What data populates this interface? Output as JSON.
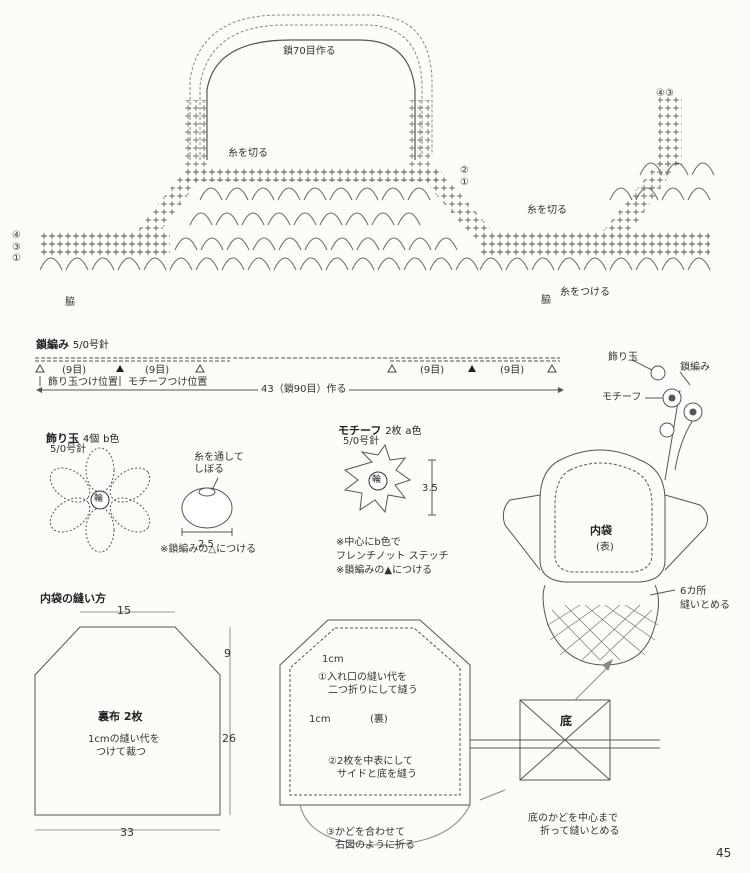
{
  "top": {
    "chain_make": "鎖70目作る",
    "cut_yarn_1": "糸を切る",
    "cut_yarn_2": "糸を切る",
    "attach_yarn": "糸をつける",
    "side_1": "脇",
    "side_2": "脇",
    "rows": [
      "④",
      "③",
      "②",
      "①"
    ],
    "row_marks_right_top": "④③",
    "row_marks_mid": [
      "②",
      "①"
    ]
  },
  "chain": {
    "title": "鎖編み",
    "hook": "5/0号針",
    "nine_label": "(9目)",
    "bead_pos": "飾り玉つけ位置",
    "motif_pos": "モチーフつけ位置",
    "total": "43（鎖90目）作る"
  },
  "bead": {
    "title": "飾り玉",
    "count": "4個",
    "color": "b色",
    "hook": "5/0号針",
    "ring": "輪",
    "thread_note_1": "糸を通して",
    "thread_note_2": "しぼる",
    "size": "2.5",
    "attach_note": "※鎖編みの△につける"
  },
  "motif": {
    "title": "モチーフ",
    "count": "2枚",
    "color": "a色",
    "hook": "5/0号針",
    "ring": "輪",
    "size": "3.5",
    "note1": "※中心にb色で",
    "note2": "フレンチノット ステッチ",
    "note3": "※鎖編みの▲につける"
  },
  "bag": {
    "bead_label": "飾り玉",
    "chain_label": "鎖編み",
    "motif_label": "モチーフ",
    "inner_bag": "内袋",
    "face": "(表)",
    "tack_1": "6カ所",
    "tack_2": "縫いとめる"
  },
  "sewing": {
    "title": "内袋の縫い方",
    "dim_top": "15",
    "dim_side_top": "9",
    "dim_side": "26",
    "dim_bottom": "33",
    "lining": "裏布",
    "lining_count": "2枚",
    "seam1": "1cmの縫い代を",
    "seam2": "つけて裁つ",
    "cm_top": "1cm",
    "cm_side": "1cm",
    "step1a": "①入れ口の縫い代を",
    "step1b": "二つ折りにして縫う",
    "back": "(裏)",
    "step2a": "②2枚を中表にして",
    "step2b": "サイドと底を縫う",
    "step3a": "③かどを合わせて",
    "step3b": "右図のように折る",
    "bottom": "底",
    "corner1": "底のかどを中心まで",
    "corner2": "折って縫いとめる"
  },
  "page_number": "45"
}
